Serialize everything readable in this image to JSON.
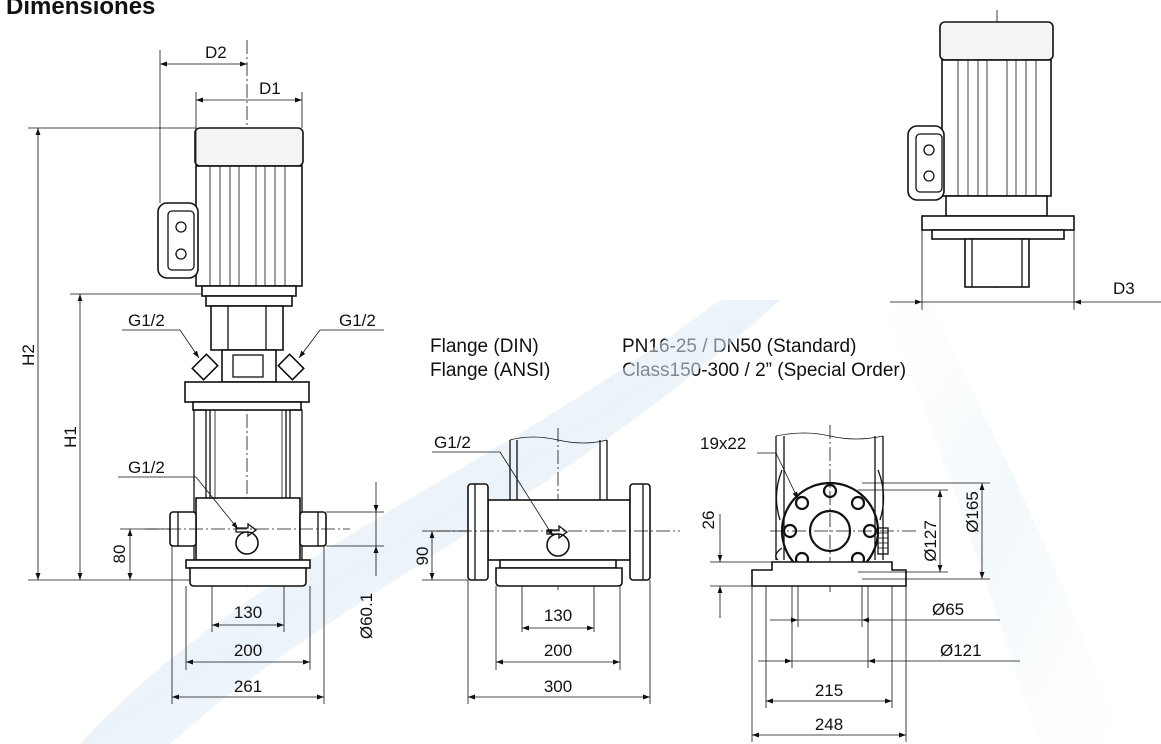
{
  "title": "y Dimensiones",
  "flange_specs": [
    {
      "label": "Flange (DIN)",
      "value": "PN16-25 / DN50 (Standard)"
    },
    {
      "label": "Flange (ANSI)",
      "value": "Class150-300 / 2” (Special Order)"
    }
  ],
  "labels": {
    "d1": "D1",
    "d2": "D2",
    "d3": "D3",
    "h1": "H1",
    "h2": "H2",
    "g12": "G1/2",
    "hole": "19x22"
  },
  "dims": {
    "v1_width_130": "130",
    "v1_width_200": "200",
    "v1_width_261": "261",
    "v1_height_80": "80",
    "v1_dia_60_1": "Ø60.1",
    "v2_width_130": "130",
    "v2_width_200": "200",
    "v2_width_300": "300",
    "v2_height_90": "90",
    "v3_height_26": "26",
    "v3_dia_127": "Ø127",
    "v3_dia_165": "Ø165",
    "v3_dia_65": "Ø65",
    "v3_dia_121": "Ø121",
    "v3_width_215": "215",
    "v3_width_248": "248"
  },
  "colors": {
    "line": "#111111",
    "background": "#ffffff",
    "watermark": "#dbeaf5"
  }
}
